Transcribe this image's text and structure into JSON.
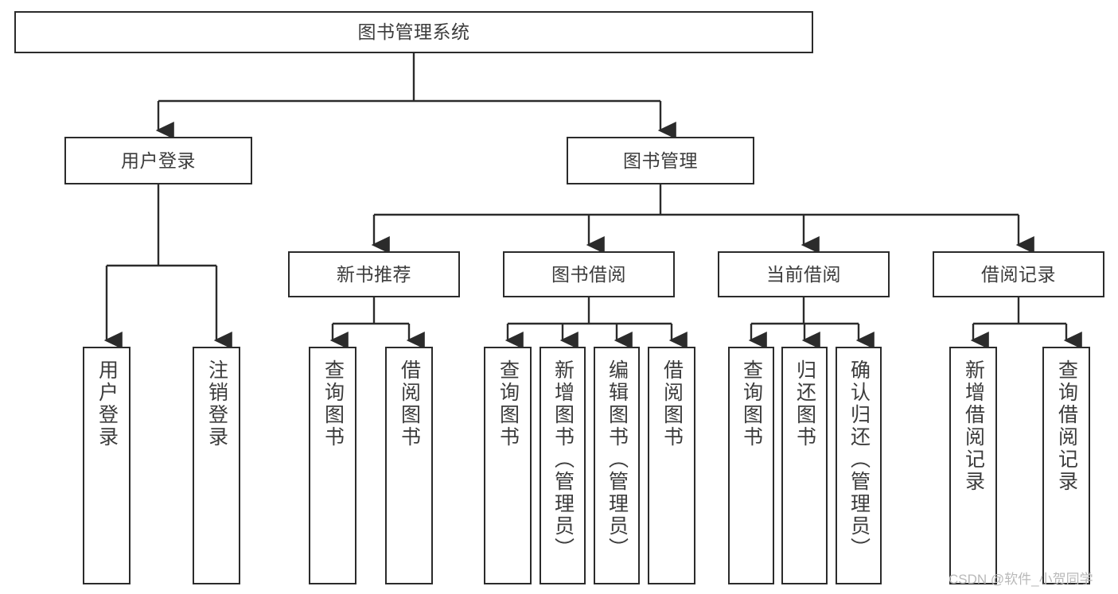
{
  "diagram": {
    "title": "图书管理系统",
    "type": "hierarchy-tree",
    "watermark": "CSDN @软件_小贺同学",
    "colors": {
      "box_border": "#2b2b2b",
      "box_fill": "#ffffff",
      "text": "#3c3c3c",
      "edge": "#2b2b2b",
      "watermark": "#b9b9b9"
    },
    "nodes": {
      "root": {
        "label": "图书管理系统"
      },
      "level2": [
        {
          "id": "user-login",
          "label": "用户登录"
        },
        {
          "id": "book-manage",
          "label": "图书管理"
        }
      ],
      "level3": [
        {
          "id": "new-book-recommend",
          "label": "新书推荐"
        },
        {
          "id": "book-borrow",
          "label": "图书借阅"
        },
        {
          "id": "current-borrow",
          "label": "当前借阅"
        },
        {
          "id": "borrow-record",
          "label": "借阅记录"
        }
      ],
      "leaves": {
        "user_login": [
          {
            "id": "leaf-user-login",
            "label": "用户登录"
          },
          {
            "id": "leaf-logout-login",
            "label": "注销登录"
          }
        ],
        "new_book_recommend": [
          {
            "id": "leaf-query-book-1",
            "label": "查询图书"
          },
          {
            "id": "leaf-borrow-book-1",
            "label": "借阅图书"
          }
        ],
        "book_borrow": [
          {
            "id": "leaf-query-book-2",
            "label": "查询图书"
          },
          {
            "id": "leaf-add-book",
            "label": "新增图书（管理员）"
          },
          {
            "id": "leaf-edit-book",
            "label": "编辑图书（管理员）"
          },
          {
            "id": "leaf-borrow-book-2",
            "label": "借阅图书"
          }
        ],
        "current_borrow": [
          {
            "id": "leaf-query-book-3",
            "label": "查询图书"
          },
          {
            "id": "leaf-return-book",
            "label": "归还图书"
          },
          {
            "id": "leaf-confirm-return",
            "label": "确认归还（管理员）"
          }
        ],
        "borrow_record": [
          {
            "id": "leaf-add-record",
            "label": "新增借阅记录"
          },
          {
            "id": "leaf-query-record",
            "label": "查询借阅记录"
          }
        ]
      }
    }
  }
}
